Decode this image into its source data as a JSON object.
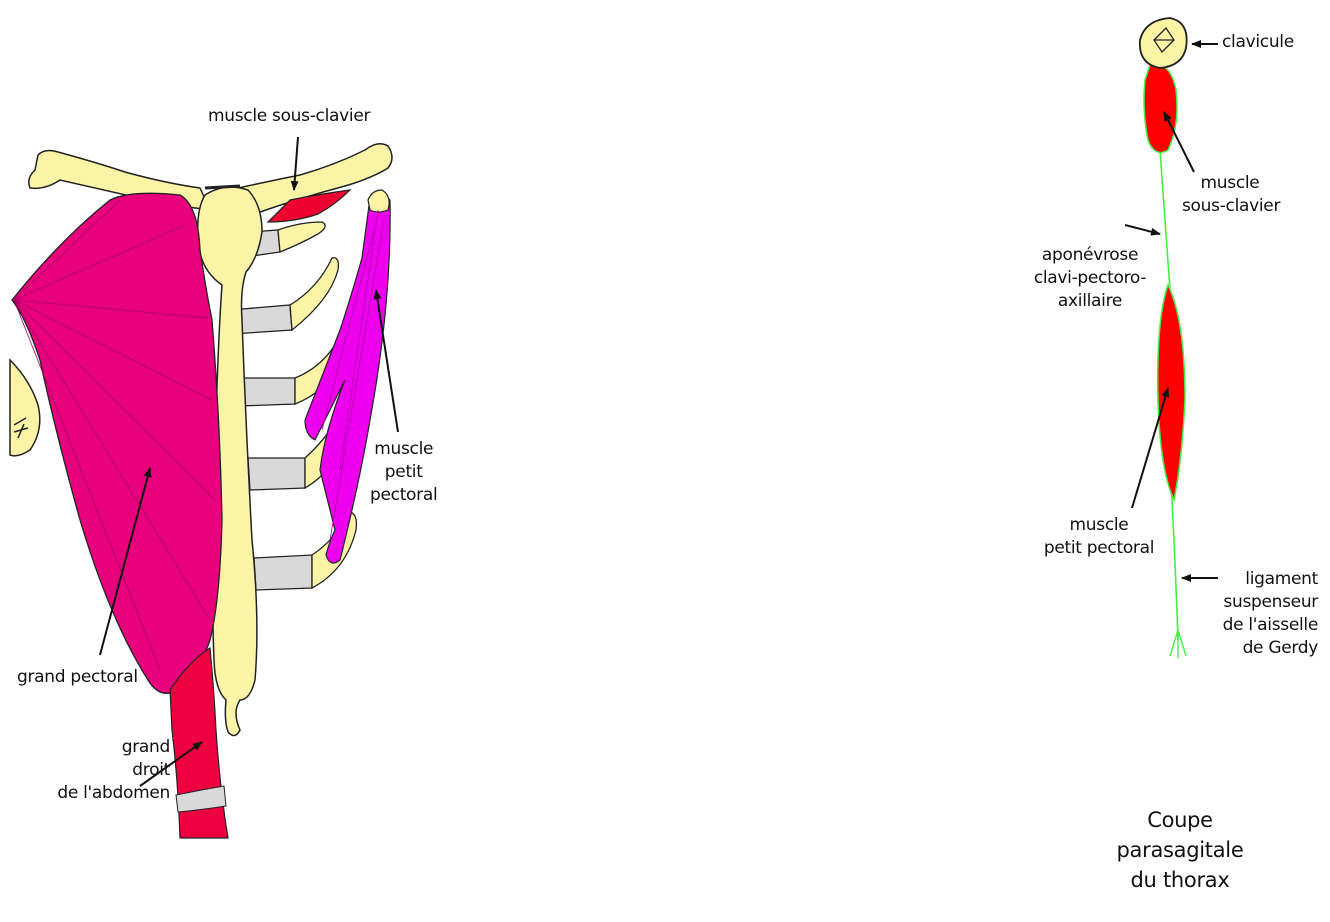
{
  "labels": {
    "sous_clavier_left": "muscle sous-clavier",
    "petit_pectoral_left": [
      "muscle",
      "petit",
      "pectoral"
    ],
    "grand_pectoral": "grand pectoral",
    "grand_droit": [
      "grand",
      "droit",
      "de l'abdomen"
    ],
    "clavicule": "clavicule",
    "sous_clavier_right": [
      "muscle",
      "sous-clavier"
    ],
    "aponevrose": [
      "aponévrose",
      "clavi-pectoro-",
      "axillaire"
    ],
    "petit_pectoral_right": [
      "muscle",
      "petit pectoral"
    ],
    "ligament": [
      "ligament",
      "suspenseur",
      "de l'aisselle",
      "de Gerdy"
    ]
  },
  "title": [
    "Coupe",
    "parasagitale",
    "du thorax"
  ],
  "colors": {
    "bone": "#fbf3a6",
    "cartilage": "#d9d9d9",
    "grand_pectoral": "#e8007d",
    "petit_pectoral": "#ee00ee",
    "muscle_red": "#ff0000",
    "rectus": "#ee0040",
    "fascia_green": "#44ee44",
    "outline": "#222222"
  }
}
